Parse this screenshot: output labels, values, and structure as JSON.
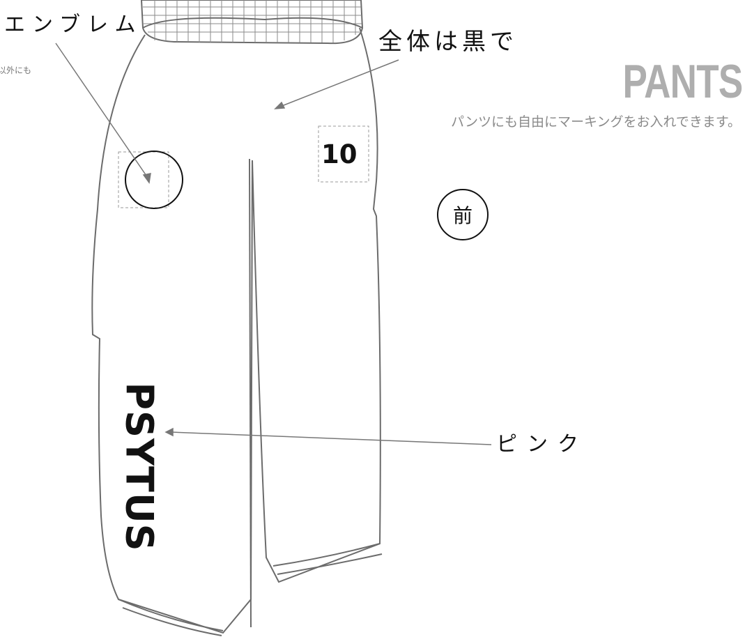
{
  "title": "PANTS",
  "subtitle": "パンツにも自由にマーキングをお入れできます。",
  "side_note": "以外にも",
  "annotations": {
    "emblem": "エンブレム",
    "color_black": "全体は黒で",
    "color_pink": "ピンク",
    "front": "前"
  },
  "markings": {
    "number": "10",
    "leg_text": "PSYTUS"
  },
  "colors": {
    "outline": "#6b6b6b",
    "ink": "#111111",
    "title": "#aeaeae",
    "subtitle": "#8a8a8a",
    "dashed_box": "#9a9a9a"
  }
}
